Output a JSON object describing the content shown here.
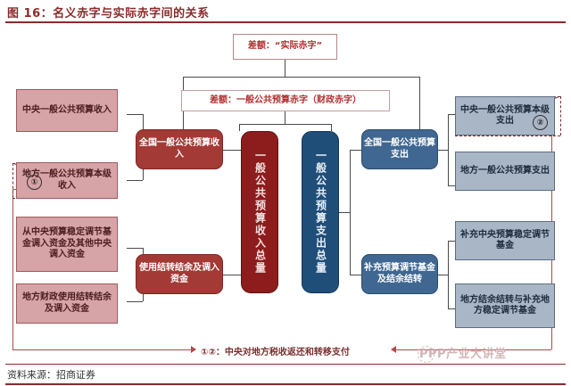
{
  "header": {
    "figure_label": "图 16：",
    "title": "名义赤字与实际赤字间的关系",
    "full_title": "图 16：名义赤字与实际赤字间的关系"
  },
  "top_labels": {
    "actual_deficit": "差额：“实际赤字”",
    "fiscal_deficit": "差额：一般公共预算赤字（财政赤字）"
  },
  "revenue_side": {
    "left_items": [
      {
        "id": "central-revenue",
        "text": "中央一般公共预算收入"
      },
      {
        "id": "local-revenue",
        "text": "地方一般公共预算本级收入",
        "marker": "①"
      },
      {
        "id": "central-fund-transfer-in",
        "text": "从中央预算稳定调节基金调入资金及其他中央调入资金"
      },
      {
        "id": "local-carryover-transfer-in",
        "text": "地方财政使用结转结余及调入资金"
      }
    ],
    "mid_items": [
      {
        "id": "national-revenue",
        "text": "全国一般公共预算收入"
      },
      {
        "id": "use-carryover",
        "text": "使用结转结余及调入资金"
      }
    ],
    "total": "一般公共预算收入总量"
  },
  "expenditure_side": {
    "total": "一般公共预算支出总量",
    "mid_items": [
      {
        "id": "national-expenditure",
        "text": "全国一般公共预算支出"
      },
      {
        "id": "supplement-adjust-fund",
        "text": "补充预算调节基金及结余结转"
      }
    ],
    "right_items": [
      {
        "id": "central-level-expenditure",
        "text": "中央一般公共预算本级支出",
        "marker": "②"
      },
      {
        "id": "local-expenditure",
        "text": "地方一般公共预算支出"
      },
      {
        "id": "supplement-central-stabilization-fund",
        "text": "补充中央预算稳定调节基金"
      },
      {
        "id": "local-carryover-and-fund",
        "text": "地方结余结转与补充地方稳定调节基金"
      }
    ]
  },
  "footnote": "①②：中央对地方税收返还和转移支付",
  "footer": {
    "source": "资料来源：招商证券",
    "watermark": "PPP产业大讲堂"
  },
  "colors": {
    "title_red": "#8a2b2b",
    "pink_box": "#d6a3a6",
    "bluegrey_box": "#a9b6c6",
    "dark_red": "#a33a36",
    "dark_blue": "#3f6791",
    "vertical_red": "#8d1c1c",
    "vertical_blue": "#1f4e79",
    "label_red": "#b03030"
  }
}
